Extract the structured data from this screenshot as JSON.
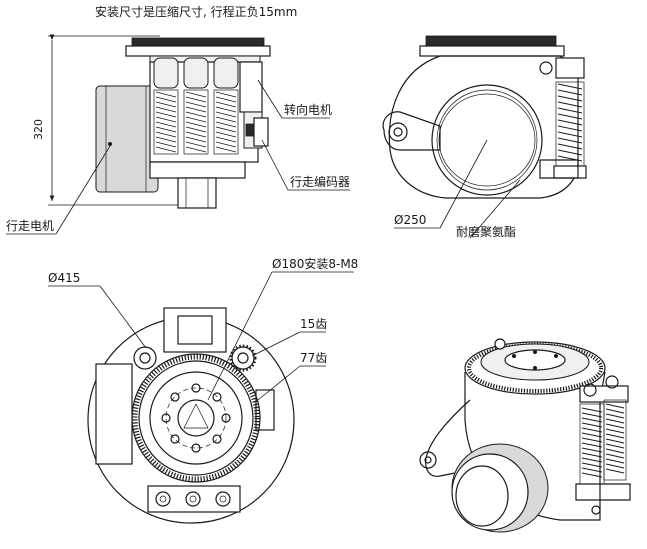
{
  "header_note": "安装尺寸是压缩尺寸, 行程正负15mm",
  "labels": {
    "height_dim": "320",
    "steering_motor": "转向电机",
    "travel_encoder": "行走编码器",
    "travel_motor": "行走电机",
    "wheel_dia": "Ø250",
    "wheel_material": "耐磨聚氨酯",
    "outer_dia": "Ø415",
    "mount_pcd": "Ø180安装8-M8",
    "pinion_teeth": "15齿",
    "ring_teeth": "77齿"
  }
}
